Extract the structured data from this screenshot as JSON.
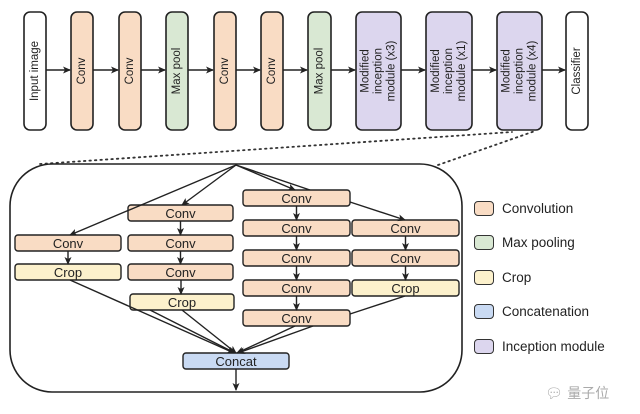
{
  "colors": {
    "convolution": "#f9dcc4",
    "max_pooling": "#d9e8d3",
    "crop": "#fcf1cc",
    "concatenation": "#c9daf3",
    "inception_module": "#dcd6ee",
    "plain": "#ffffff",
    "stroke": "#222222"
  },
  "pipeline": [
    {
      "label": "Input image",
      "type": "plain"
    },
    {
      "label": "Conv",
      "type": "convolution"
    },
    {
      "label": "Conv",
      "type": "convolution"
    },
    {
      "label": "Max pool",
      "type": "max_pooling"
    },
    {
      "label": "Conv",
      "type": "convolution"
    },
    {
      "label": "Conv",
      "type": "convolution"
    },
    {
      "label": "Max pool",
      "type": "max_pooling"
    },
    {
      "label": "Modified inception module (x3)",
      "lines": [
        "Modified",
        "inception",
        "module (x3)"
      ],
      "type": "inception_module"
    },
    {
      "label": "Modified inception module (x1)",
      "lines": [
        "Modified",
        "inception",
        "module (x1)"
      ],
      "type": "inception_module"
    },
    {
      "label": "Modified inception module (x4)",
      "lines": [
        "Modified",
        "inception",
        "module (x4)"
      ],
      "type": "inception_module"
    },
    {
      "label": "Classifier",
      "type": "plain"
    }
  ],
  "module_detail": {
    "branches": [
      {
        "name": "branch-1",
        "nodes": [
          {
            "label": "Conv",
            "type": "convolution"
          },
          {
            "label": "Crop",
            "type": "crop"
          }
        ]
      },
      {
        "name": "branch-2",
        "nodes": [
          {
            "label": "Conv",
            "type": "convolution"
          },
          {
            "label": "Conv",
            "type": "convolution"
          },
          {
            "label": "Conv",
            "type": "convolution"
          },
          {
            "label": "Crop",
            "type": "crop"
          }
        ]
      },
      {
        "name": "branch-3",
        "nodes": [
          {
            "label": "Conv",
            "type": "convolution"
          },
          {
            "label": "Conv",
            "type": "convolution"
          },
          {
            "label": "Conv",
            "type": "convolution"
          },
          {
            "label": "Conv",
            "type": "convolution"
          },
          {
            "label": "Conv",
            "type": "convolution"
          }
        ]
      },
      {
        "name": "branch-4",
        "nodes": [
          {
            "label": "Conv",
            "type": "convolution"
          },
          {
            "label": "Conv",
            "type": "convolution"
          },
          {
            "label": "Crop",
            "type": "crop"
          }
        ]
      }
    ],
    "concat_label": "Concat"
  },
  "legend": [
    {
      "label": "Convolution",
      "type": "convolution"
    },
    {
      "label": "Max pooling",
      "type": "max_pooling"
    },
    {
      "label": "Crop",
      "type": "crop"
    },
    {
      "label": "Concatenation",
      "type": "concatenation"
    },
    {
      "label": "Inception module",
      "type": "inception_module"
    }
  ],
  "watermark": "量子位"
}
